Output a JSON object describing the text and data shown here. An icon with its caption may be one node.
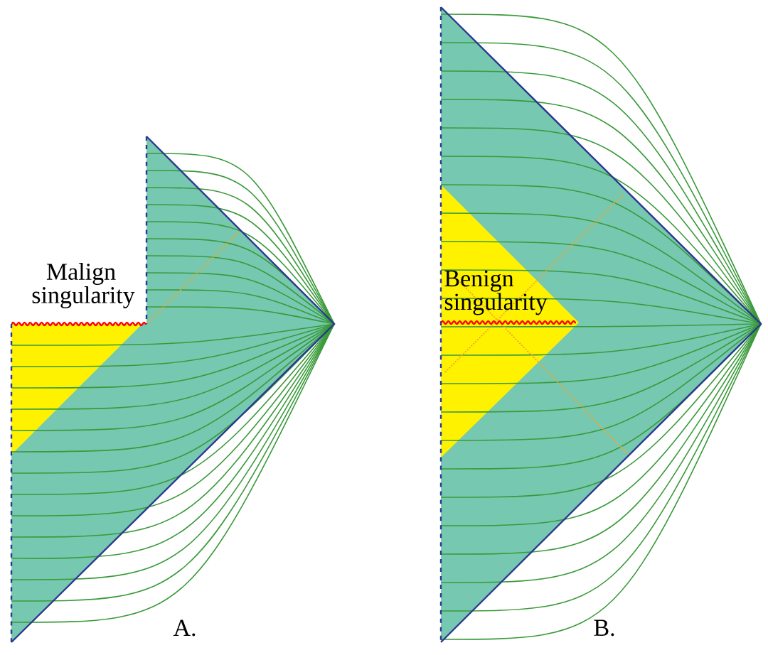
{
  "diagram": {
    "labels": [
      "Malign singularity",
      "Benign singularity",
      "A.",
      "B."
    ]
  }
}
